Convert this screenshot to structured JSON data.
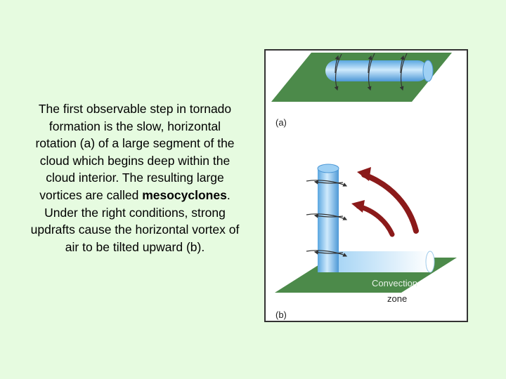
{
  "text": {
    "part1": "The first observable step in tornado formation is the slow, horizontal rotation (a) of a large segment of the cloud which begins deep within the cloud interior. The resulting large vortices are called ",
    "bold": "mesocyclones",
    "part2": ". Under the right conditions, strong updrafts cause the horizontal vortex of air to be tilted upward (b)."
  },
  "figure": {
    "label_a": "(a)",
    "label_b": "(b)",
    "convection_line1": "Convection",
    "convection_line2": "zone"
  },
  "colors": {
    "background": "#e6fbe0",
    "ground": "#4c8a4a",
    "vortex": "#8cc8f0",
    "updraft_arrow": "#8b1a1a"
  }
}
